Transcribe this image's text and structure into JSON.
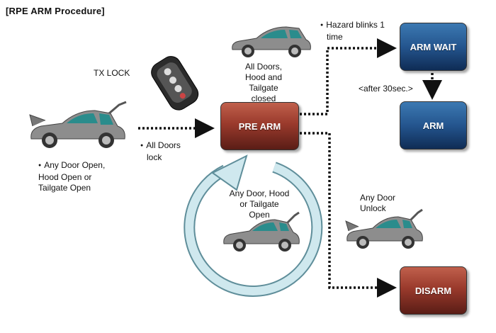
{
  "title": "[RPE ARM Procedure]",
  "labels": {
    "tx_lock": "TX LOCK",
    "any_door_open": [
      "Any Door Open,",
      "Hood Open or",
      "Tailgate Open"
    ],
    "all_doors_lock": [
      "All Doors",
      "lock"
    ],
    "all_doors_closed": [
      "All Doors,",
      "Hood and",
      "Tailgate",
      "closed"
    ],
    "hazard_blinks": [
      "Hazard blinks 1",
      "time"
    ],
    "after_30sec": "<after 30sec.>",
    "any_door_hood_tailgate_open": [
      "Any Door, Hood",
      "or Tailgate",
      "Open"
    ],
    "any_door_unlock": [
      "Any Door",
      "Unlock"
    ]
  },
  "states": {
    "pre_arm": "PRE ARM",
    "arm_wait": "ARM WAIT",
    "arm": "ARM",
    "disarm": "DISARM"
  },
  "colors": {
    "red_state": "#9a3a2c",
    "blue_state": "#24558e",
    "loop_arrow": "#cfe8ee",
    "car_body": "#8a8a8a",
    "car_glass": "#2a8c8c"
  }
}
